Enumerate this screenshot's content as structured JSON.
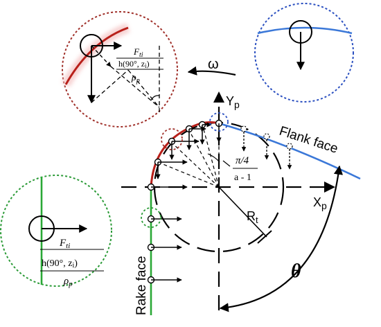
{
  "labels": {
    "yp_main": "Y",
    "yp_sub": "p",
    "xp_main": "X",
    "xp_sub": "p",
    "rt_main": "R",
    "rt_sub": "t",
    "omega": "ω",
    "theta": "θ",
    "flank_face": "Flank face",
    "rake_face": "Rake face",
    "angle_num": "π/4",
    "angle_den": "a - 1"
  },
  "callout_red": {
    "force": "F",
    "force_sub": "ti",
    "h": "h(90°,  z",
    "h_sub": "i",
    "h_close": ")",
    "rho": "ρ",
    "rho_sub": "p"
  },
  "callout_green": {
    "force": "F",
    "force_sub": "ti",
    "h": "h(90°,   z",
    "h_sub": "i",
    "h_close": ")",
    "rho": "ρ",
    "rho_sub": "p"
  },
  "colors": {
    "rake": "#2aa836",
    "flank": "#3b78d8",
    "tool_arc": "#b8201a",
    "red_dotted": "#a0302a",
    "blue_dotted": "#2a4fc0",
    "green_dotted": "#2a9a36",
    "glow": "#f5c8c8"
  }
}
